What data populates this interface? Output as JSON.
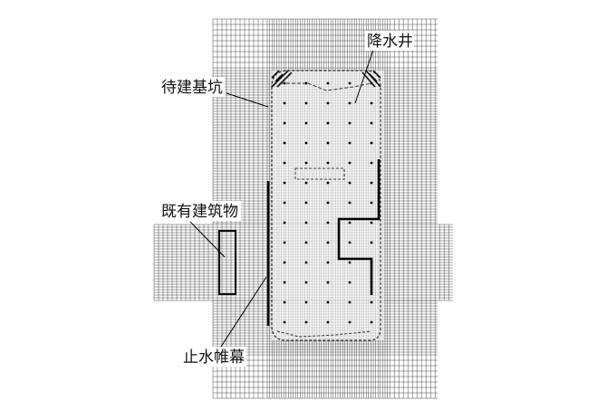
{
  "labels": {
    "dewatering_well": "降水井",
    "pit_to_build": "待建基坑",
    "existing_building": "既有建筑物",
    "waterproof_curtain": "止水帷幕"
  },
  "colors": {
    "grid": "#4a4a4a",
    "outline": "#111111",
    "background": "#ffffff"
  }
}
